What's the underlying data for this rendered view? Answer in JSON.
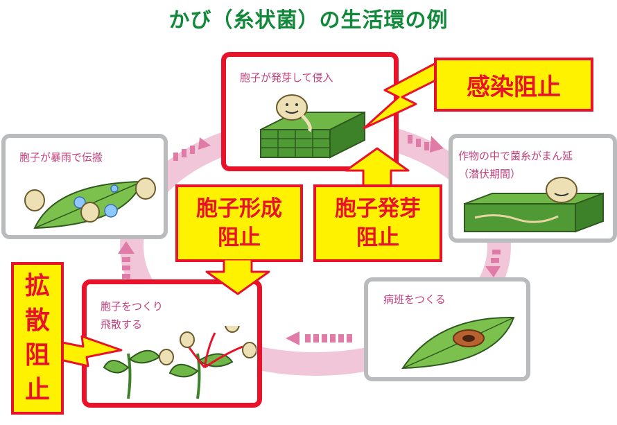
{
  "title": "かび（糸状菌）の生活環の例",
  "stages": {
    "germination": {
      "label": "胞子が発芽して侵入"
    },
    "rain": {
      "label": "胞子が暴雨で伝搬"
    },
    "spread": {
      "label_line1": "作物の中で菌糸がまん延",
      "label_line2": "（潜伏期間）"
    },
    "lesion": {
      "label": "病班をつくる"
    },
    "scatter": {
      "label_line1": "胞子をつくり",
      "label_line2": "飛散する"
    }
  },
  "blocks": {
    "infection": {
      "text": "感染阻止"
    },
    "formation": {
      "line1": "胞子形成",
      "line2": "阻止"
    },
    "germ_block": {
      "line1": "胞子発芽",
      "line2": "阻止"
    },
    "diffusion": {
      "c1": "拡",
      "c2": "散",
      "c3": "阻",
      "c4": "止"
    }
  },
  "colors": {
    "title_green": "#11883a",
    "alert_red": "#e8132a",
    "alert_yellow": "#fff200",
    "cycle_pink": "#f0c6d8",
    "label_pink": "#c4407c",
    "panel_gray": "#b9bbbd"
  }
}
